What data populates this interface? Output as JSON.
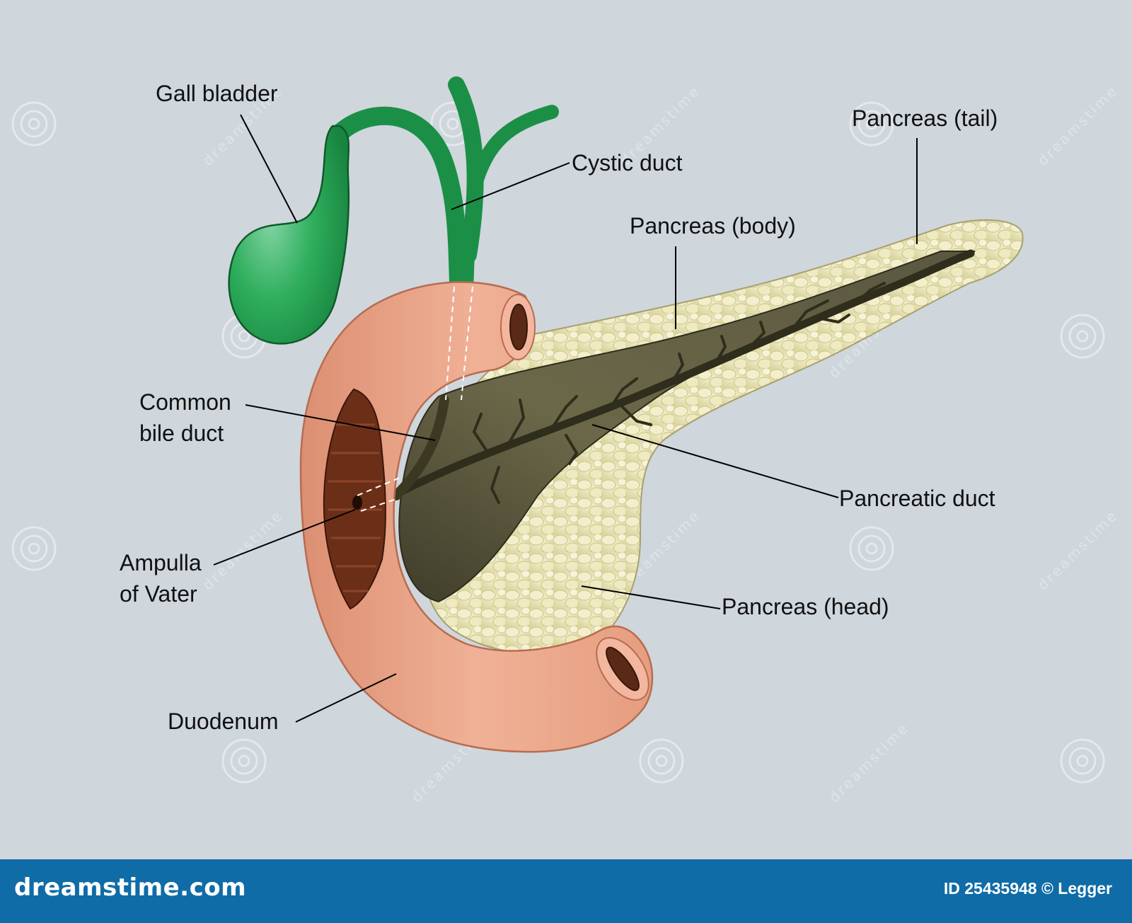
{
  "labels": {
    "gall_bladder": "Gall bladder",
    "cystic_duct": "Cystic duct",
    "pancreas_tail": "Pancreas (tail)",
    "pancreas_body": "Pancreas (body)",
    "common_bile_duct_line1": "Common",
    "common_bile_duct_line2": "bile duct",
    "pancreatic_duct": "Pancreatic duct",
    "ampulla_line1": "Ampulla",
    "ampulla_line2": "of Vater",
    "pancreas_head": "Pancreas (head)",
    "duodenum": "Duodenum"
  },
  "footer": {
    "brand": "dreamstime.com",
    "stock_id": "ID 25435948 © Legger"
  },
  "watermark": {
    "text": "dreamstime"
  },
  "colors": {
    "background": "#cfd6dc",
    "gall_bladder": "#1f9a4c",
    "duodenum": "#e8a285",
    "pancreas": "#eae6b6",
    "duct": "#4e4a30",
    "footer": "#0f6ca7"
  }
}
